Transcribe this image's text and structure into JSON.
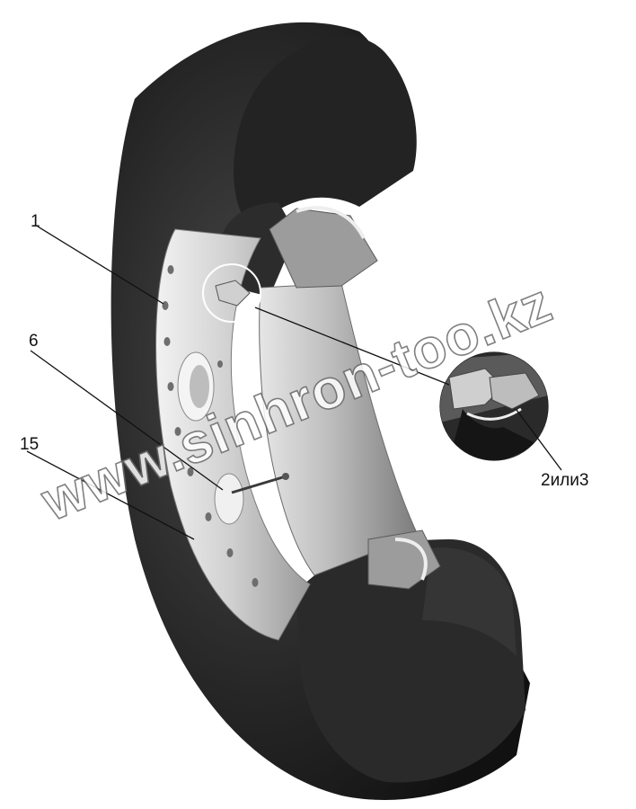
{
  "callouts": {
    "label_1": "1",
    "label_6": "6",
    "label_15": "15",
    "label_2or3": "2или3"
  },
  "watermark": {
    "text": "www.sinhron-too.kz"
  },
  "colors": {
    "tire": "#1c1c1c",
    "tire_highlight": "#3a3a3a",
    "rim": "#d8d8d8",
    "rim_shadow": "#a8a8a8",
    "background": "#ffffff"
  }
}
